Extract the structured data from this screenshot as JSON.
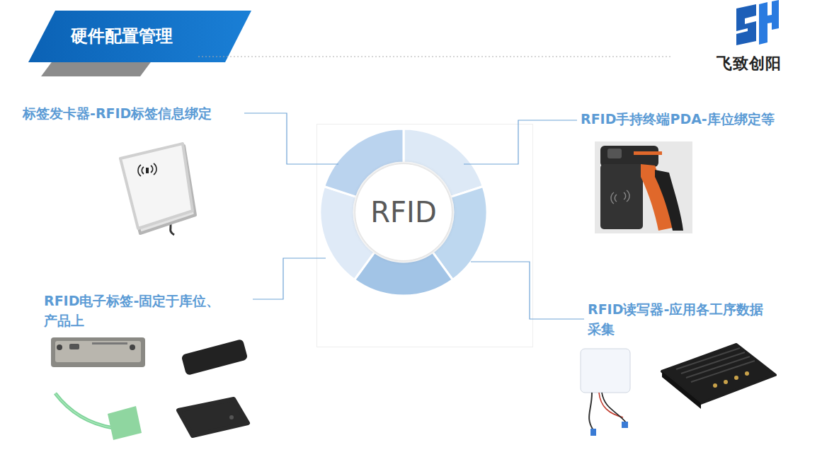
{
  "diagram": {
    "title": "硬件配置管理",
    "nodes": [
      {
        "text": [
          "RFID"
        ]
      }
    ],
    "labels": [
      "标签发卡器-RFID标签信息绑定",
      "RFID手持终端PDA-库位绑定等",
      "RFID电子标签-固定于库位、 产品上",
      "RFID读写器-应用各工序数据 采集",
      "飞致创阳"
    ]
  }
}
